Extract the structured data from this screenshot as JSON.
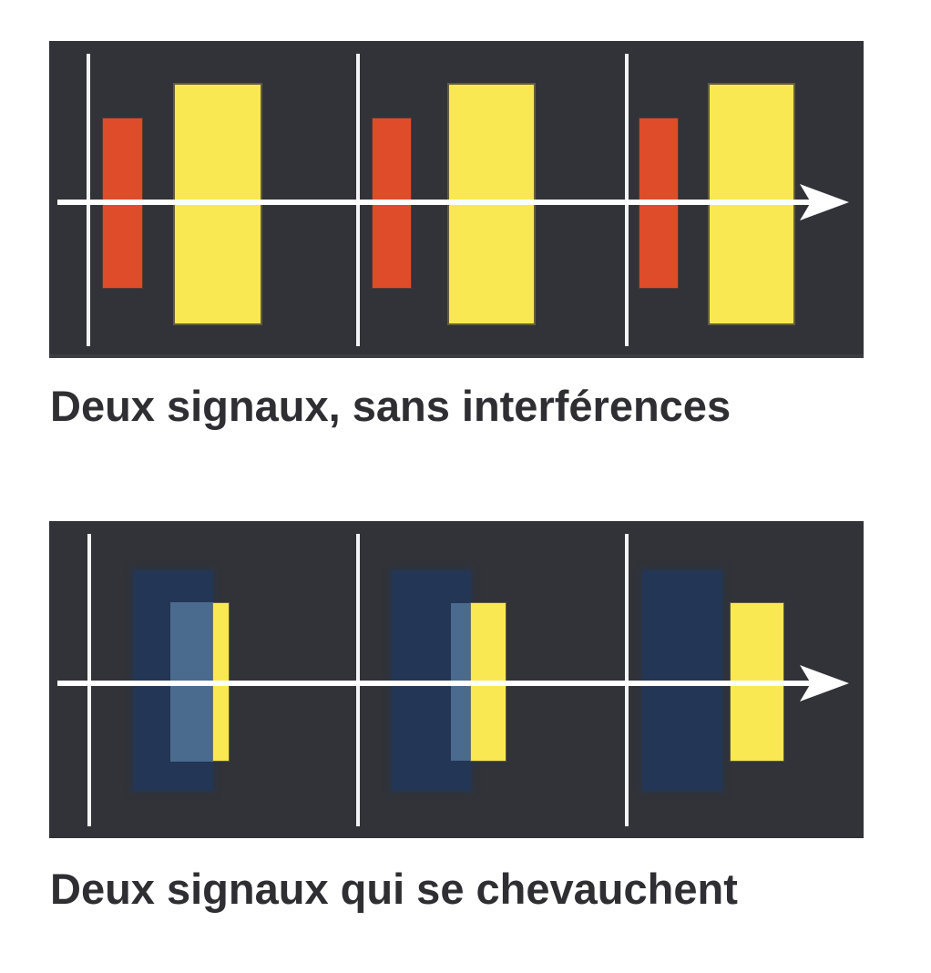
{
  "figure": {
    "panels": [
      {
        "id": "no-interference",
        "caption": "Deux signaux, sans interférences",
        "background": "#323338",
        "arrow_color": "#ffffff",
        "divider_color": "#f4f4f6",
        "periods": 3,
        "signals": [
          {
            "name": "signal-a",
            "color": "#df4c2a",
            "label": "red"
          },
          {
            "name": "signal-b",
            "color": "#f9e852",
            "label": "yellow"
          }
        ]
      },
      {
        "id": "overlapping",
        "caption": "Deux signaux qui se chevauchent",
        "background": "#323338",
        "arrow_color": "#ffffff",
        "divider_color": "#f4f4f6",
        "periods": 3,
        "signals": [
          {
            "name": "signal-a",
            "color": "#233655",
            "label": "dark blue"
          },
          {
            "name": "signal-overlap",
            "color": "#4a6a8e",
            "label": "light blue overlap"
          },
          {
            "name": "signal-b",
            "color": "#f9e852",
            "label": "yellow"
          }
        ]
      }
    ]
  }
}
